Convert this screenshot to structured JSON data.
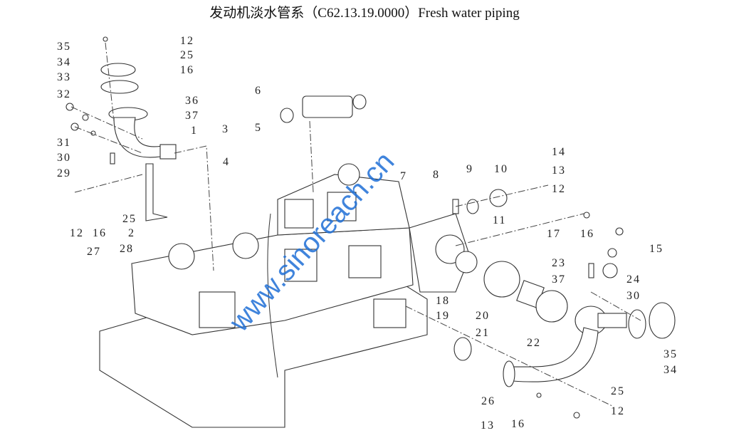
{
  "title": "发动机淡水管系（C62.13.19.0000）Fresh water piping",
  "watermark": "www.sinoreach.cn",
  "callouts": [
    "35",
    "34",
    "33",
    "32",
    "31",
    "30",
    "29",
    "12",
    "25",
    "16",
    "36",
    "37",
    "1",
    "3",
    "4",
    "25",
    "12",
    "16",
    "2",
    "27",
    "28",
    "6",
    "5",
    "7",
    "8",
    "9",
    "10",
    "11",
    "14",
    "13",
    "12",
    "17",
    "16",
    "15",
    "23",
    "24",
    "37",
    "30",
    "18",
    "19",
    "20",
    "21",
    "22",
    "35",
    "34",
    "26",
    "25",
    "12",
    "13",
    "16"
  ]
}
